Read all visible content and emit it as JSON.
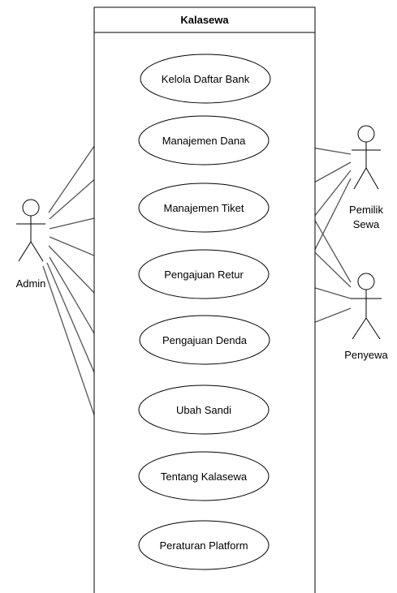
{
  "system": {
    "title": "Kalasewa"
  },
  "actors": {
    "admin": {
      "label": "Admin"
    },
    "pemilik": {
      "label_line1": "Pemilik",
      "label_line2": "Sewa"
    },
    "penyewa": {
      "label": "Penyewa"
    }
  },
  "use_cases": [
    {
      "id": "uc-kelola-daftar-bank",
      "label": "Kelola Daftar Bank"
    },
    {
      "id": "uc-manajemen-dana",
      "label": "Manajemen Dana"
    },
    {
      "id": "uc-manajemen-tiket",
      "label": "Manajemen Tiket"
    },
    {
      "id": "uc-pengajuan-retur",
      "label": "Pengajuan Retur"
    },
    {
      "id": "uc-pengajuan-denda",
      "label": "Pengajuan Denda"
    },
    {
      "id": "uc-ubah-sandi",
      "label": "Ubah Sandi"
    },
    {
      "id": "uc-tentang-kalasewa",
      "label": "Tentang Kalasewa"
    },
    {
      "id": "uc-peraturan-platform",
      "label": "Peraturan Platform"
    }
  ],
  "associations": [
    {
      "from": "admin",
      "to": "uc-kelola-daftar-bank"
    },
    {
      "from": "admin",
      "to": "uc-manajemen-dana"
    },
    {
      "from": "admin",
      "to": "uc-manajemen-tiket"
    },
    {
      "from": "admin",
      "to": "uc-pengajuan-retur"
    },
    {
      "from": "admin",
      "to": "uc-pengajuan-denda"
    },
    {
      "from": "admin",
      "to": "uc-ubah-sandi"
    },
    {
      "from": "admin",
      "to": "uc-tentang-kalasewa"
    },
    {
      "from": "admin",
      "to": "uc-peraturan-platform"
    },
    {
      "from": "pemilik",
      "to": "uc-manajemen-dana"
    },
    {
      "from": "pemilik",
      "to": "uc-manajemen-tiket"
    },
    {
      "from": "pemilik",
      "to": "uc-pengajuan-retur"
    },
    {
      "from": "pemilik",
      "to": "uc-pengajuan-denda"
    },
    {
      "from": "penyewa",
      "to": "uc-manajemen-dana"
    },
    {
      "from": "penyewa",
      "to": "uc-manajemen-tiket"
    },
    {
      "from": "penyewa",
      "to": "uc-pengajuan-retur"
    },
    {
      "from": "penyewa",
      "to": "uc-pengajuan-denda"
    }
  ],
  "colors": {
    "stroke": "#000000",
    "edge": "#555555",
    "fill": "#ffffff",
    "text": "#000000"
  }
}
